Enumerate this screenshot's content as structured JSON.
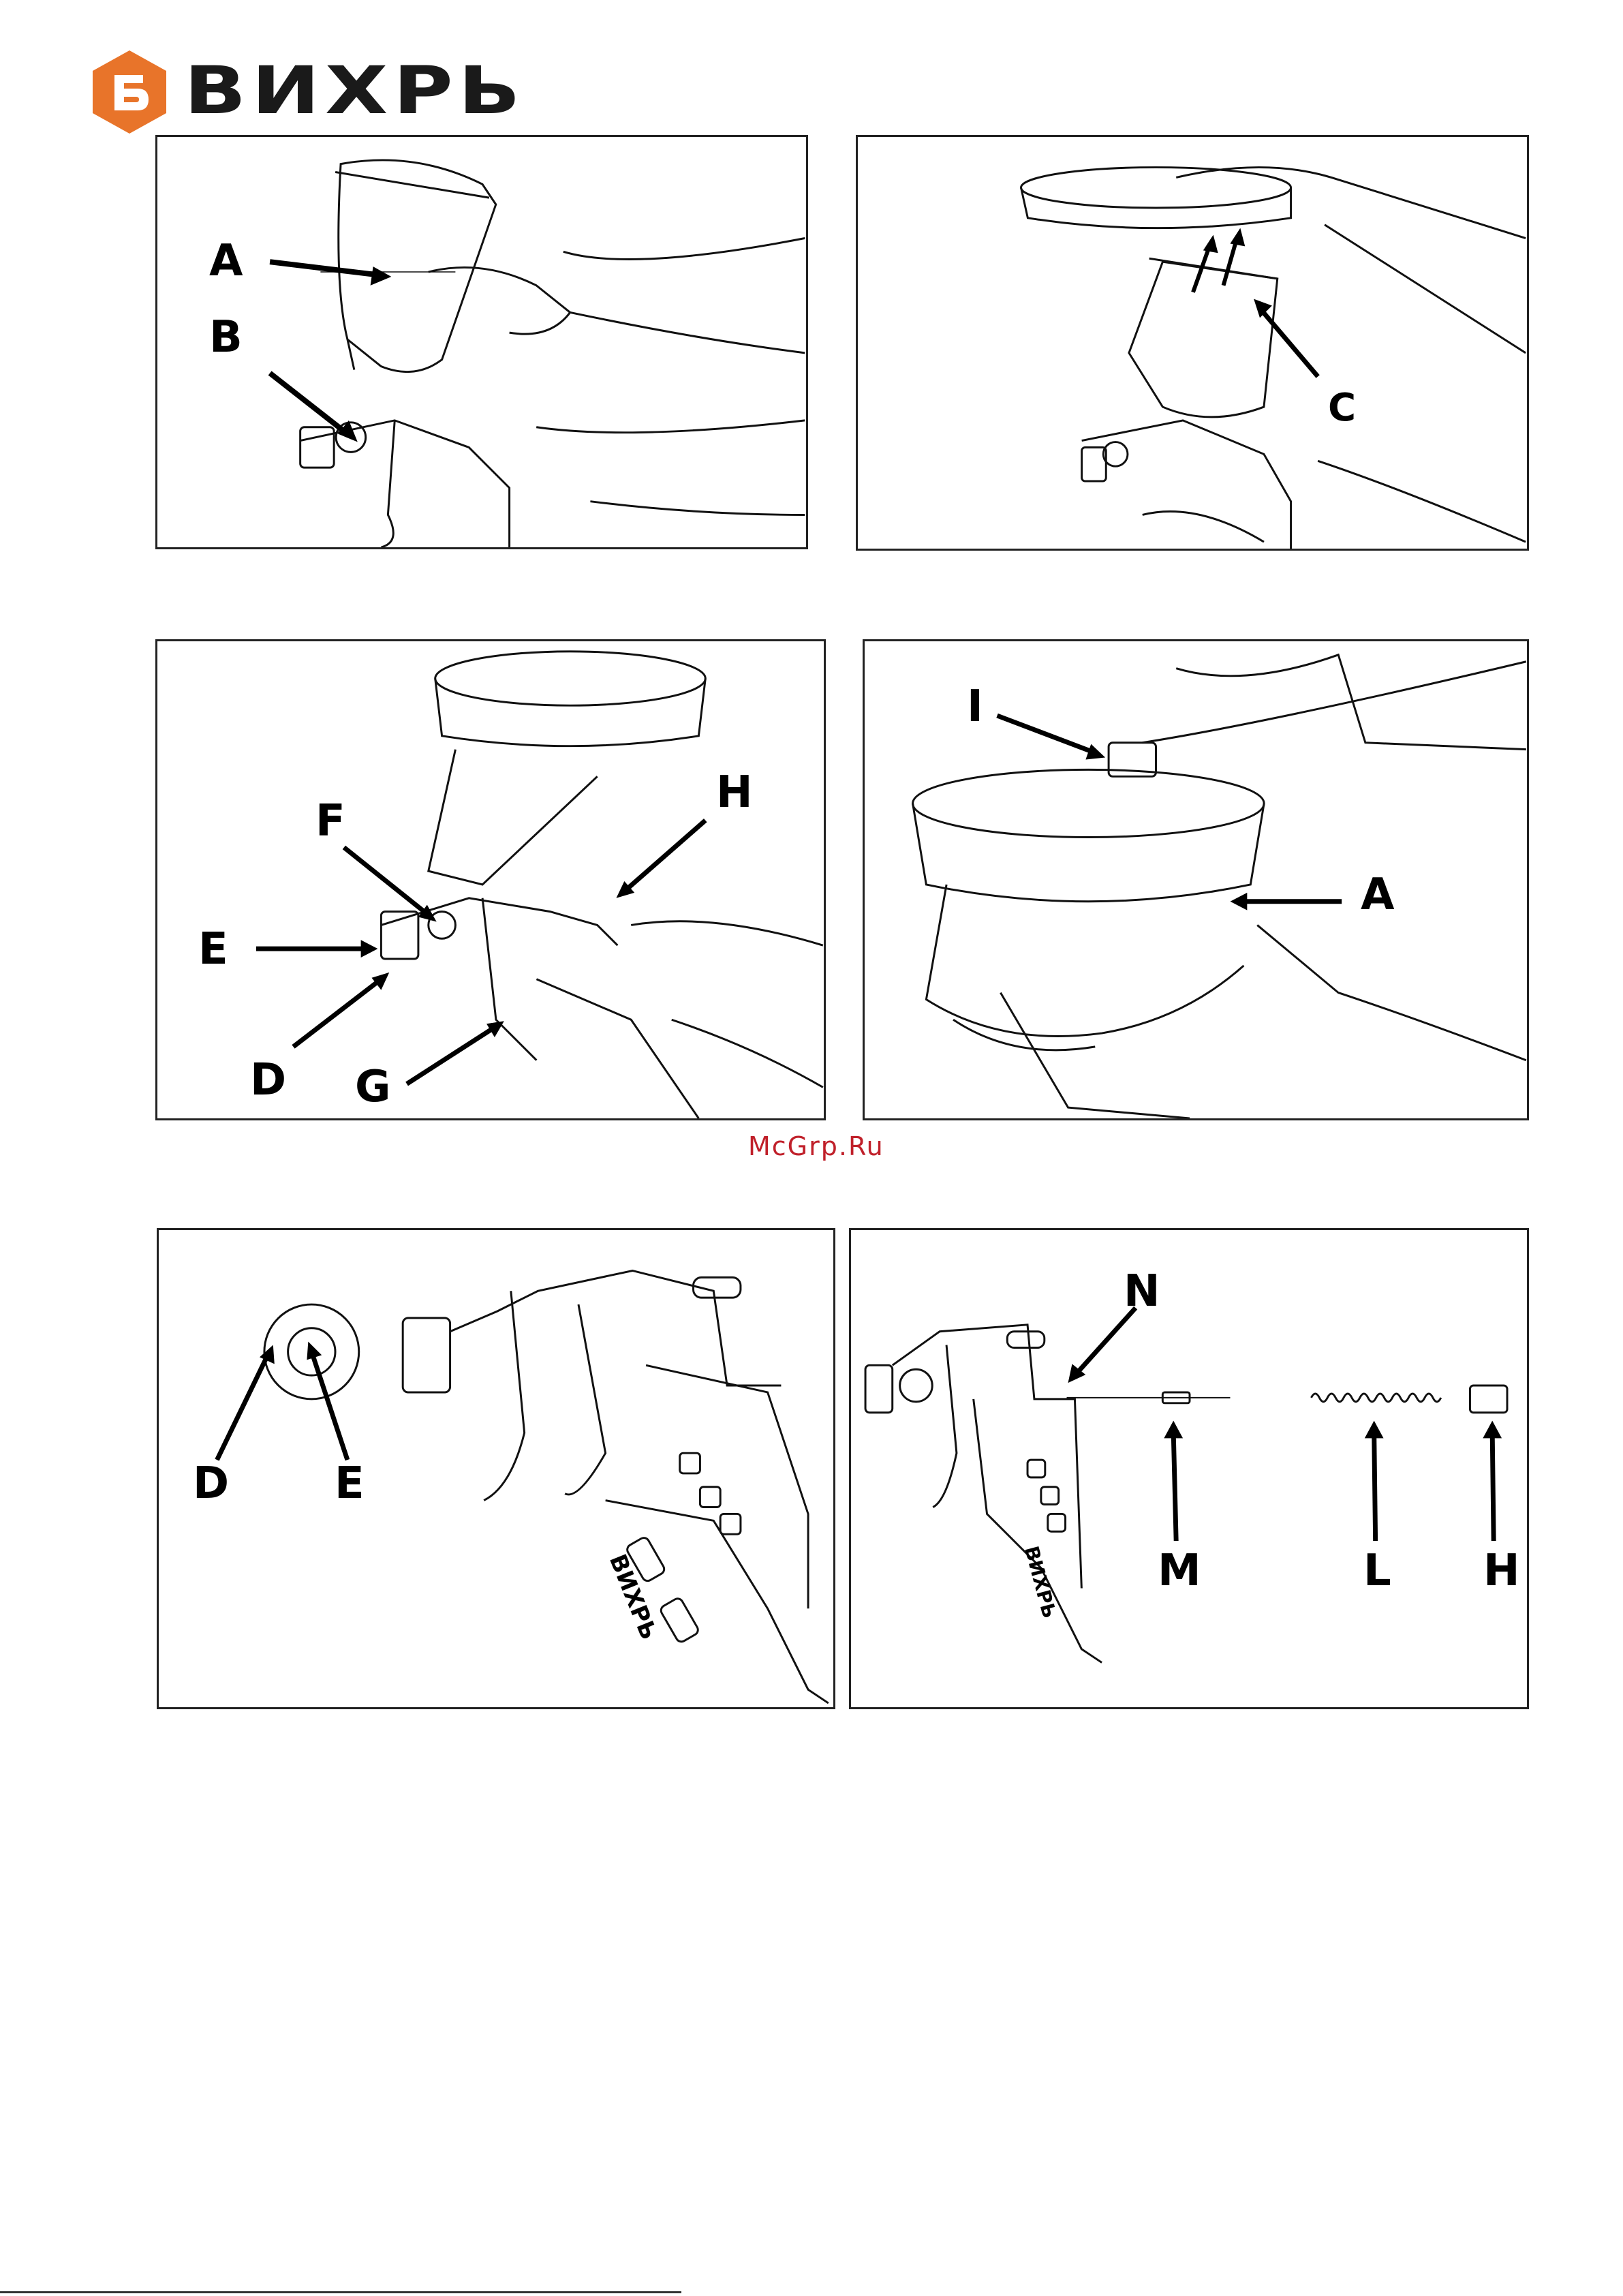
{
  "header": {
    "brand": "ВИХРЬ",
    "brand_color": "#e8742a",
    "logo_icon": "brand-b-hexagon-icon"
  },
  "watermark": "McGrp.Ru",
  "panels": [
    {
      "id": 1,
      "labels": [
        "A",
        "B"
      ]
    },
    {
      "id": 2,
      "labels": [
        "C"
      ]
    },
    {
      "id": 3,
      "labels": [
        "F",
        "H",
        "E",
        "D",
        "G"
      ]
    },
    {
      "id": 4,
      "labels": [
        "I",
        "A"
      ]
    },
    {
      "id": 5,
      "labels": [
        "D",
        "E"
      ],
      "gun_brand": "ВИХРЬ"
    },
    {
      "id": 6,
      "labels": [
        "N",
        "M",
        "L",
        "H"
      ],
      "gun_brand": "ВИХРЬ"
    }
  ]
}
